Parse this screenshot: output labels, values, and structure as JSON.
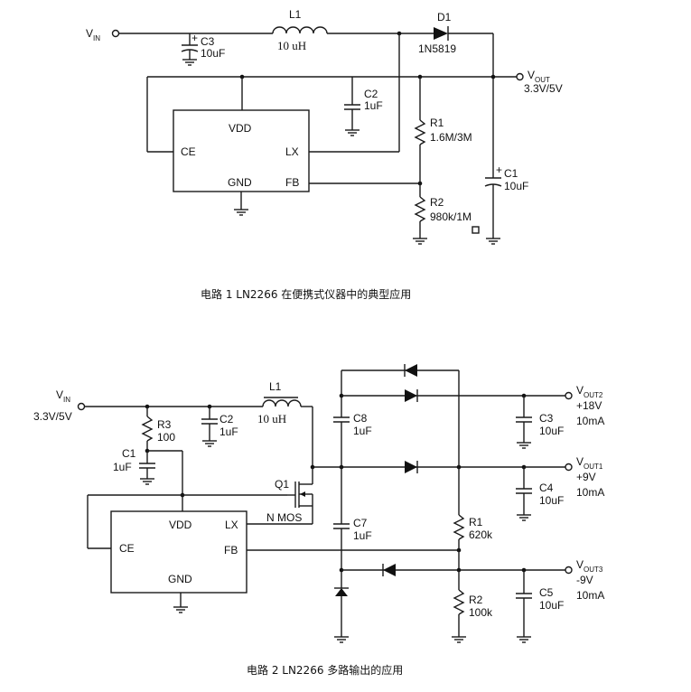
{
  "circuit1": {
    "caption": "电路 1    LN2266  在便携式仪器中的典型应用",
    "vin_main": "V",
    "vin_sub": "IN",
    "vout_main": "V",
    "vout_sub": "OUT",
    "vout_value": "3.3V/5V",
    "l1_name": "L1",
    "l1_value": "10 uH",
    "d1_name": "D1",
    "d1_value": "1N5819",
    "c3_name": "C3",
    "c3_value": "10uF",
    "c2_name": "C2",
    "c2_value": "1uF",
    "c1_name": "C1",
    "c1_value": "10uF",
    "r1_name": "R1",
    "r1_value": "1.6M/3M",
    "r2_name": "R2",
    "r2_value": "980k/1M",
    "ic_vdd": "VDD",
    "ic_ce": "CE",
    "ic_lx": "LX",
    "ic_gnd": "GND",
    "ic_fb": "FB",
    "cap_plus": "+"
  },
  "circuit2": {
    "caption": "电路 2    LN2266  多路输出的应用",
    "vin_main": "V",
    "vin_sub": "IN",
    "vin_value": "3.3V/5V",
    "vout2_main": "V",
    "vout2_sub": "OUT2",
    "vout2_voltage": "+18V",
    "vout2_current": "10mA",
    "vout1_main": "V",
    "vout1_sub": "OUT1",
    "vout1_voltage": "+9V",
    "vout1_current": "10mA",
    "vout3_main": "V",
    "vout3_sub": "OUT3",
    "vout3_voltage": "-9V",
    "vout3_current": "10mA",
    "l1_name": "L1",
    "l1_value": "10 uH",
    "r3_name": "R3",
    "r3_value": "100",
    "c1_name": "C1",
    "c1_value": "1uF",
    "c2_name": "C2",
    "c2_value": "1uF",
    "c8_name": "C8",
    "c8_value": "1uF",
    "c7_name": "C7",
    "c7_value": "1uF",
    "c3_name": "C3",
    "c3_value": "10uF",
    "c4_name": "C4",
    "c4_value": "10uF",
    "c5_name": "C5",
    "c5_value": "10uF",
    "r1_name": "R1",
    "r1_value": "620k",
    "r2_name": "R2",
    "r2_value": "100k",
    "q1_name": "Q1",
    "q1_type": "N MOS",
    "ic_vdd": "VDD",
    "ic_ce": "CE",
    "ic_lx": "LX",
    "ic_gnd": "GND",
    "ic_fb": "FB"
  }
}
